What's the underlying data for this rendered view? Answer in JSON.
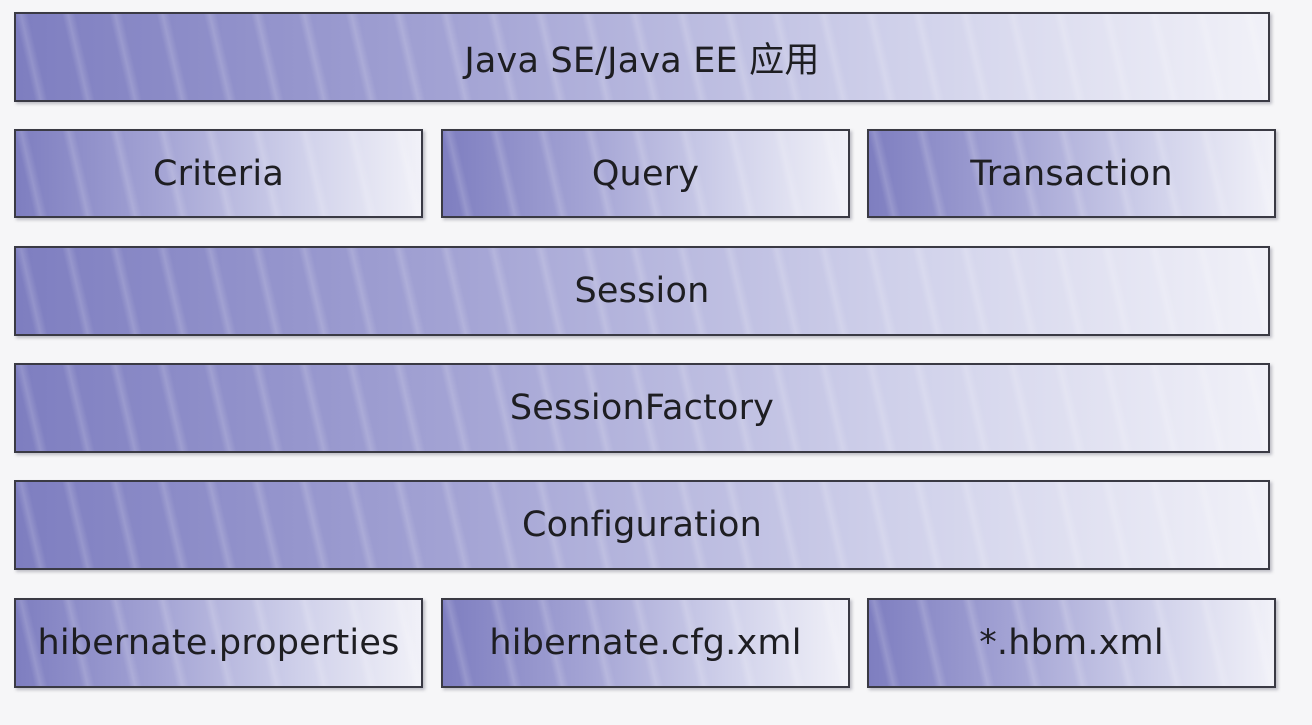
{
  "layers": {
    "application": {
      "label": "Java SE/Java EE 应用"
    },
    "api": [
      {
        "label": "Criteria"
      },
      {
        "label": "Query"
      },
      {
        "label": "Transaction"
      }
    ],
    "session": {
      "label": "Session"
    },
    "session_factory": {
      "label": "SessionFactory"
    },
    "configuration": {
      "label": "Configuration"
    },
    "config_files": [
      {
        "label": "hibernate.properties"
      },
      {
        "label": "hibernate.cfg.xml"
      },
      {
        "label": "*.hbm.xml"
      }
    ]
  },
  "colors": {
    "box_gradient_start": "#7e7ec0",
    "box_gradient_end": "#f1f1f8",
    "box_border": "#3a3a44",
    "text": "#1e1e22",
    "background": "#f6f6f8"
  }
}
